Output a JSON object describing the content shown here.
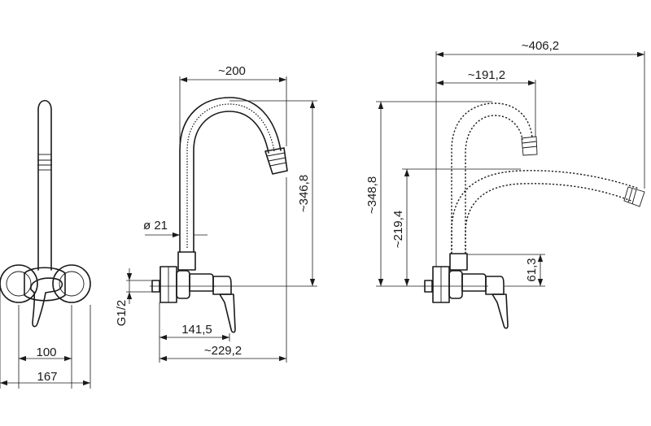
{
  "dimensions": {
    "d100": "100",
    "d167": "167",
    "g12": "G1/2",
    "d141": "141,5",
    "d229": "~229,2",
    "d200": "~200",
    "d21": "ø 21",
    "d346": "~346,8",
    "d406": "~406,2",
    "d191": "~191,2",
    "d348": "~348,8",
    "d219": "~219,4",
    "d61": "61,3"
  }
}
